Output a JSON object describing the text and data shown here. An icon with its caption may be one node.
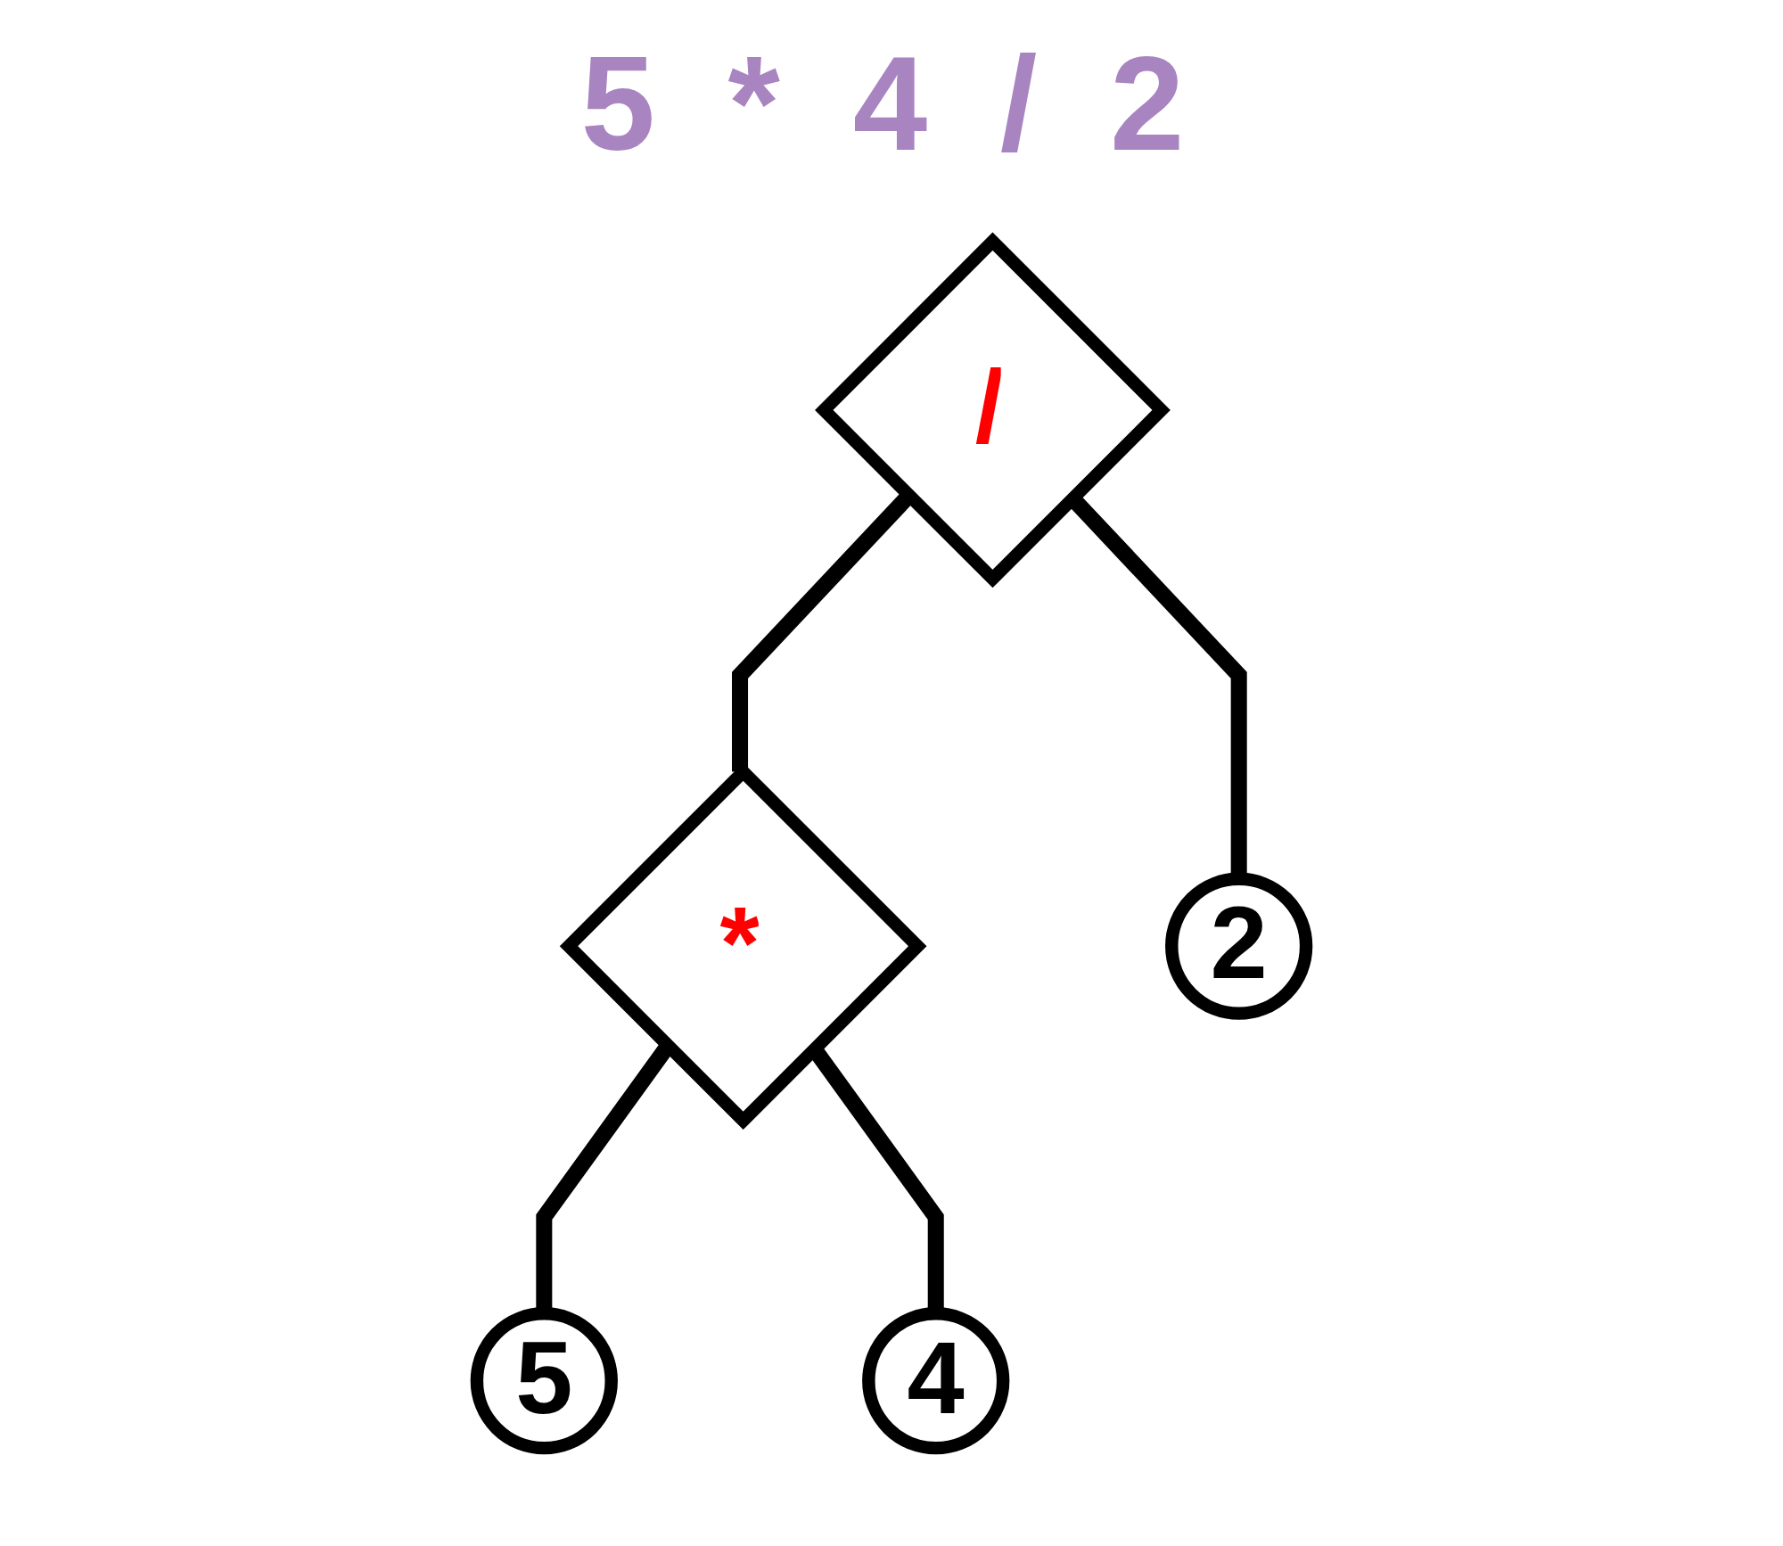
{
  "diagram": {
    "title": "5 * 4 / 2",
    "nodes": [
      {
        "text": [
          "/"
        ]
      },
      {
        "text": [
          "*"
        ]
      },
      {
        "text": [
          "2"
        ]
      },
      {
        "text": [
          "5"
        ]
      },
      {
        "text": [
          "4"
        ]
      }
    ],
    "edges": [
      {
        "from": 0,
        "to": 1,
        "arrow": "none"
      },
      {
        "from": 0,
        "to": 2,
        "arrow": "none"
      },
      {
        "from": 1,
        "to": 3,
        "arrow": "none"
      },
      {
        "from": 1,
        "to": 4,
        "arrow": "none"
      }
    ]
  }
}
